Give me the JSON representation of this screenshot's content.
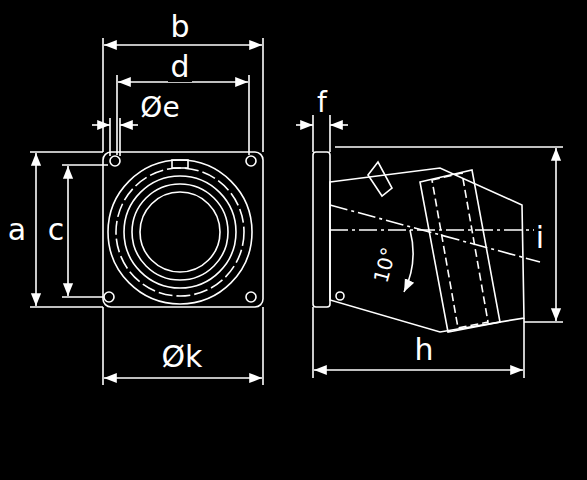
{
  "diagram": {
    "labels": [
      "b",
      "d",
      "Øe",
      "a",
      "c",
      "Øk",
      "f",
      "h",
      "i",
      "10°"
    ]
  }
}
